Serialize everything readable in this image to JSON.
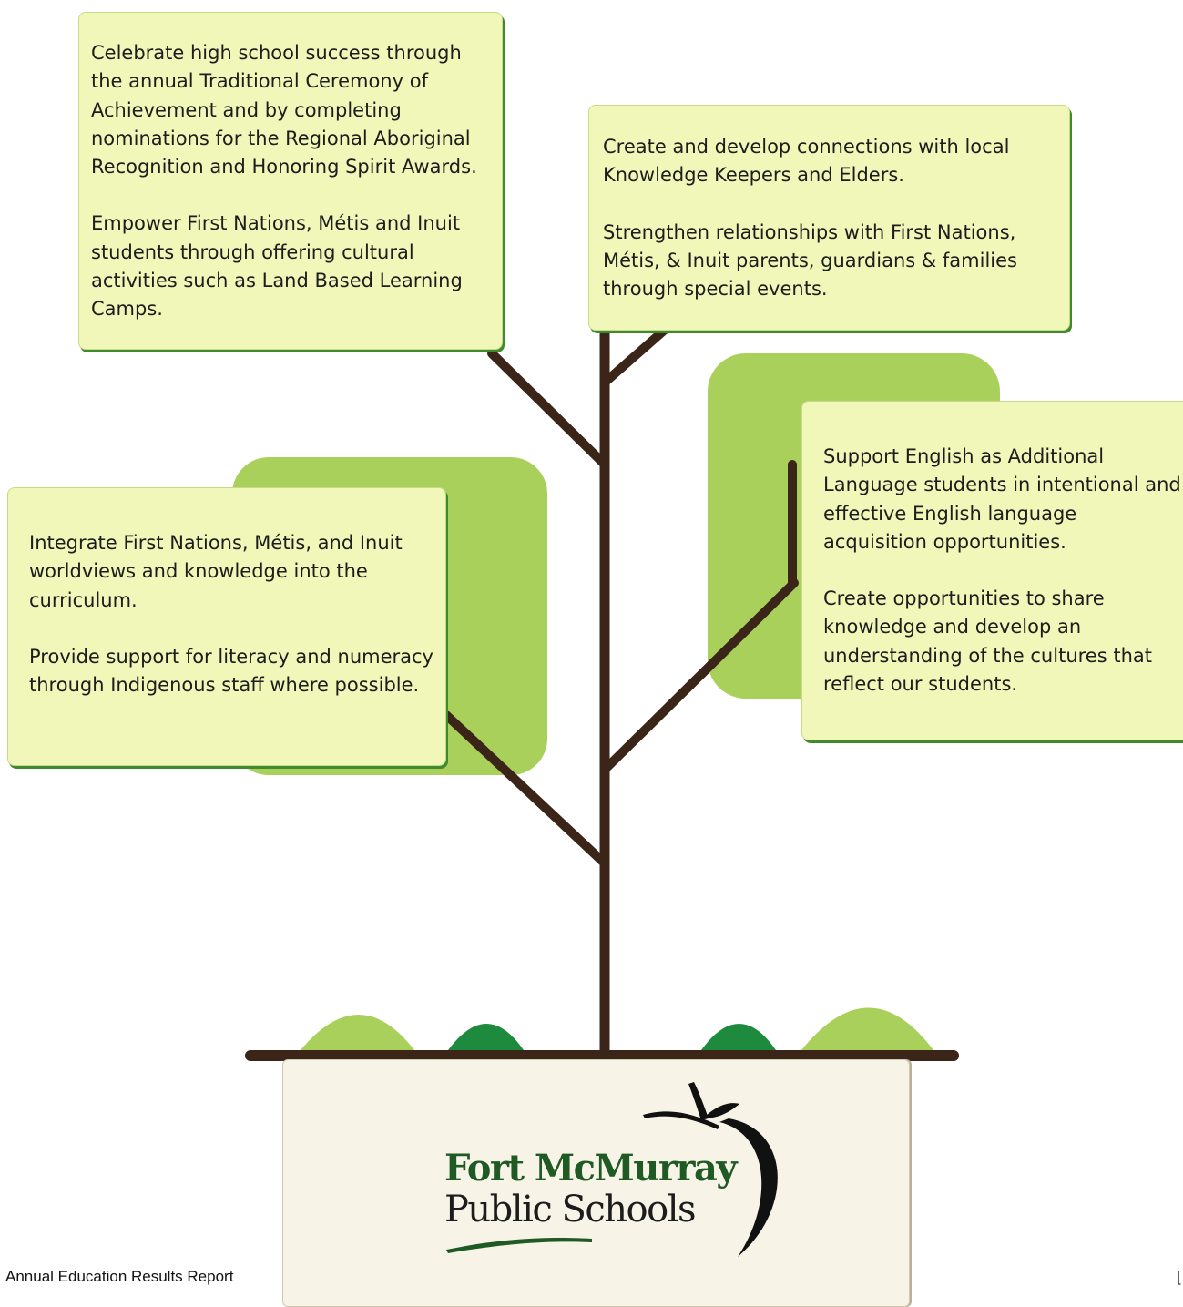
{
  "cards": {
    "top_left": {
      "p1": "Celebrate high school success through the annual Traditional Ceremony of Achievement and by completing nominations for the Regional Aboriginal Recognition and Honoring Spirit Awards.",
      "p2": "Empower First Nations, Métis and Inuit students through offering cultural activities such as Land Based Learning Camps."
    },
    "top_right": {
      "p1": "Create and develop connections with local Knowledge Keepers and Elders.",
      "p2": "Strengthen relationships with First Nations, Métis, & Inuit parents, guardians & families through special events."
    },
    "middle_left": {
      "p1": "Integrate First Nations, Métis, and Inuit worldviews and knowledge into the curriculum.",
      "p2": "Provide support for literacy and numeracy through Indigenous staff where possible."
    },
    "middle_right": {
      "p1": "Support English as Additional Language students in intentional and effective English language acquisition opportunities.",
      "p2": "Create opportunities to share knowledge and develop an understanding of the cultures that reflect our students."
    }
  },
  "logo": {
    "line1": "Fort McMurray",
    "line2": "Public Schools"
  },
  "footer": {
    "left_line1": "Annual Education Results Report",
    "left_line2": "",
    "right": "["
  },
  "colors": {
    "card_fill": "#f0f7b8",
    "card_shadow": "#3f8a2c",
    "leaf_light": "#a9d05a",
    "leaf_dark": "#1e8a3e",
    "branch": "#3b2518",
    "logo_green": "#1f5a25"
  }
}
